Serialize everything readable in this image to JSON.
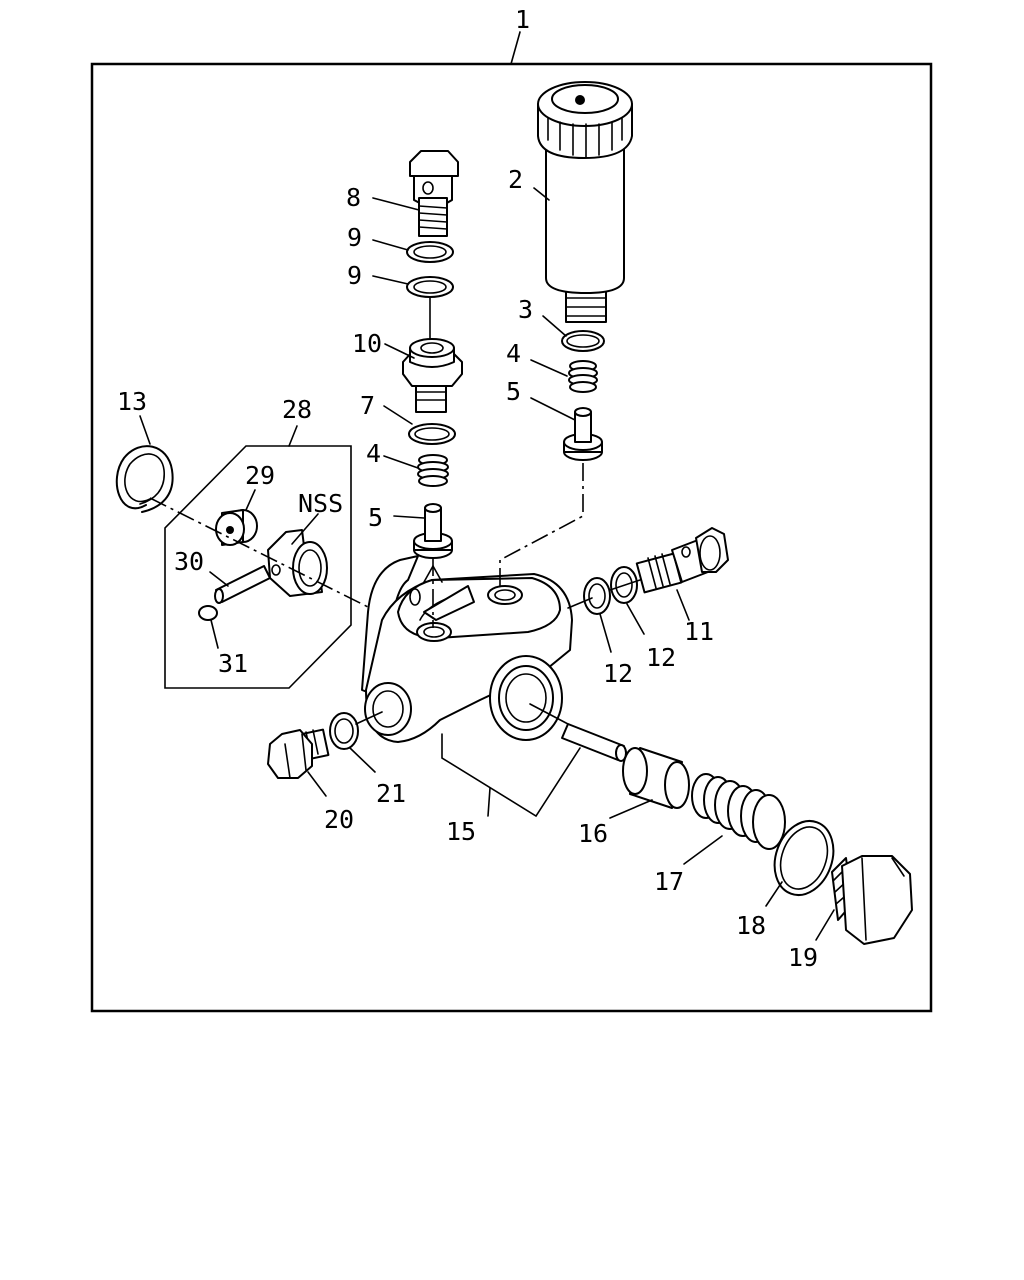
{
  "callouts": {
    "c1": "1",
    "c2": "2",
    "c3": "3",
    "c4a": "4",
    "c4b": "4",
    "c5a": "5",
    "c5b": "5",
    "c7": "7",
    "c8": "8",
    "c9a": "9",
    "c9b": "9",
    "c10": "10",
    "c11": "11",
    "c12a": "12",
    "c12b": "12",
    "c13": "13",
    "c15": "15",
    "c16": "16",
    "c17": "17",
    "c18": "18",
    "c19": "19",
    "c20": "20",
    "c21": "21",
    "c28": "28",
    "c29": "29",
    "c30": "30",
    "c31": "31",
    "nss": "NSS"
  },
  "colors": {
    "line": "#000000",
    "background": "#ffffff"
  }
}
